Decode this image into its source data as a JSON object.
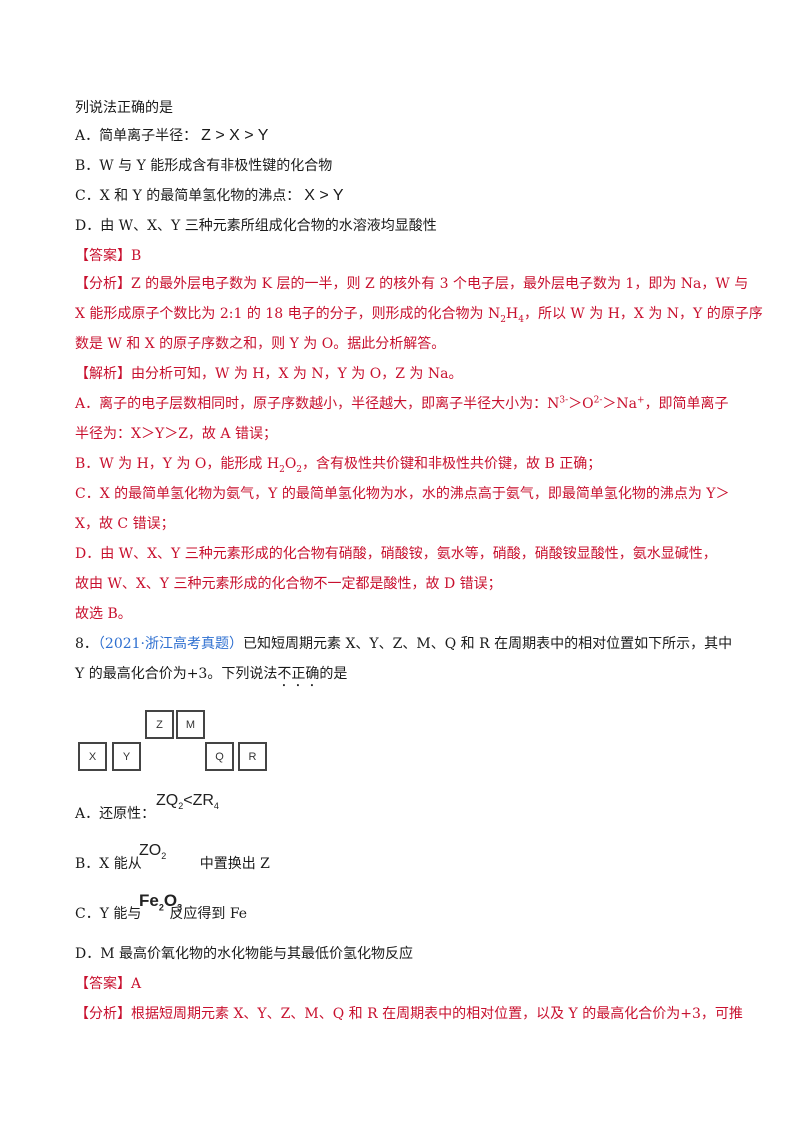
{
  "q7": {
    "stem_end": "列说法正确的是",
    "opt_a_text": "A．简单离子半径：",
    "opt_a_math": "Z > X > Y",
    "opt_b": "B．W 与 Y 能形成含有非极性键的化合物",
    "opt_c_text": "C．X 和 Y 的最简单氢化物的沸点：",
    "opt_c_math": "X > Y",
    "opt_d": "D．由 W、X、Y 三种元素所组成化合物的水溶液均显酸性",
    "answer": "【答案】B",
    "analysis_1": "【分析】Z 的最外层电子数为 K 层的一半，则 Z 的核外有 3 个电子层，最外层电子数为 1，即为 Na，W 与",
    "analysis_2a": "X 能形成原子个数比为 2:1 的 18 电子的分子，则形成的化合物为 N",
    "analysis_2b": "2",
    "analysis_2c": "H",
    "analysis_2d": "4",
    "analysis_2e": "，所以 W 为 H，X 为 N，Y 的原子序",
    "analysis_3": "数是 W 和 X 的原子序数之和，则 Y 为 O。据此分析解答。",
    "jiexi_1": "【解析】由分析可知，W 为 H，X 为 N，Y 为 O，Z 为 Na。",
    "ja_1a": "A．离子的电子层数相同时，原子序数越小，半径越大，即离子半径大小为：N",
    "ja_1b": "3-",
    "ja_1c": "＞O",
    "ja_1d": "2-",
    "ja_1e": "＞Na",
    "ja_1f": "+",
    "ja_1g": "，即简单离子",
    "ja_2": "半径为：X＞Y＞Z，故 A 错误；",
    "jb_a": "B．W 为 H，Y 为 O，能形成 H",
    "jb_b": "2",
    "jb_c": "O",
    "jb_d": "2",
    "jb_e": "，含有极性共价键和非极性共价键，故 B 正确；",
    "jc_1": "C．X 的最简单氢化物为氨气，Y 的最简单氢化物为水，水的沸点高于氨气，即最简单氢化物的沸点为 Y＞",
    "jc_2": "X，故 C 错误；",
    "jd_1": "D．由 W、X、Y 三种元素形成的化合物有硝酸，硝酸铵，氨水等，硝酸，硝酸铵显酸性，氨水显碱性，",
    "jd_2": "故由 W、X、Y 三种元素形成的化合物不一定都是酸性，故 D 错误；",
    "conclusion": "故选 B。"
  },
  "q8": {
    "number": "8．",
    "source": "（2021·浙江高考真题）",
    "stem_1": "已知短周期元素 X、Y、Z、M、Q 和 R 在周期表中的相对位置如下所示，其中",
    "stem_2a": "Y 的最高化合价为+3。下列说法",
    "stem_2b": "不正确",
    "stem_2c": "的是",
    "table_cells": [
      "Z",
      "M",
      "X",
      "Y",
      "Q",
      "R"
    ],
    "opt_a_text": "A．还原性：",
    "opt_a_f1": "ZQ",
    "opt_a_f1_sub": "2",
    "opt_a_f2": "<ZR",
    "opt_a_f2_sub": "4",
    "opt_b_pre": "B．X 能从",
    "opt_b_f": "ZO",
    "opt_b_f_sub": "2",
    "opt_b_post": "中置换出 Z",
    "opt_c_pre": "C．Y 能与",
    "opt_c_f1": "Fe",
    "opt_c_f_sub1": "2",
    "opt_c_f2": "O",
    "opt_c_f_sub2": "3",
    "opt_c_post": "反应得到 Fe",
    "opt_d": "D．M 最高价氧化物的水化物能与其最低价氢化物反应",
    "answer": "【答案】A",
    "analysis_1": "【分析】根据短周期元素 X、Y、Z、M、Q 和 R 在周期表中的相对位置，以及 Y 的最高化合价为+3，可推"
  }
}
